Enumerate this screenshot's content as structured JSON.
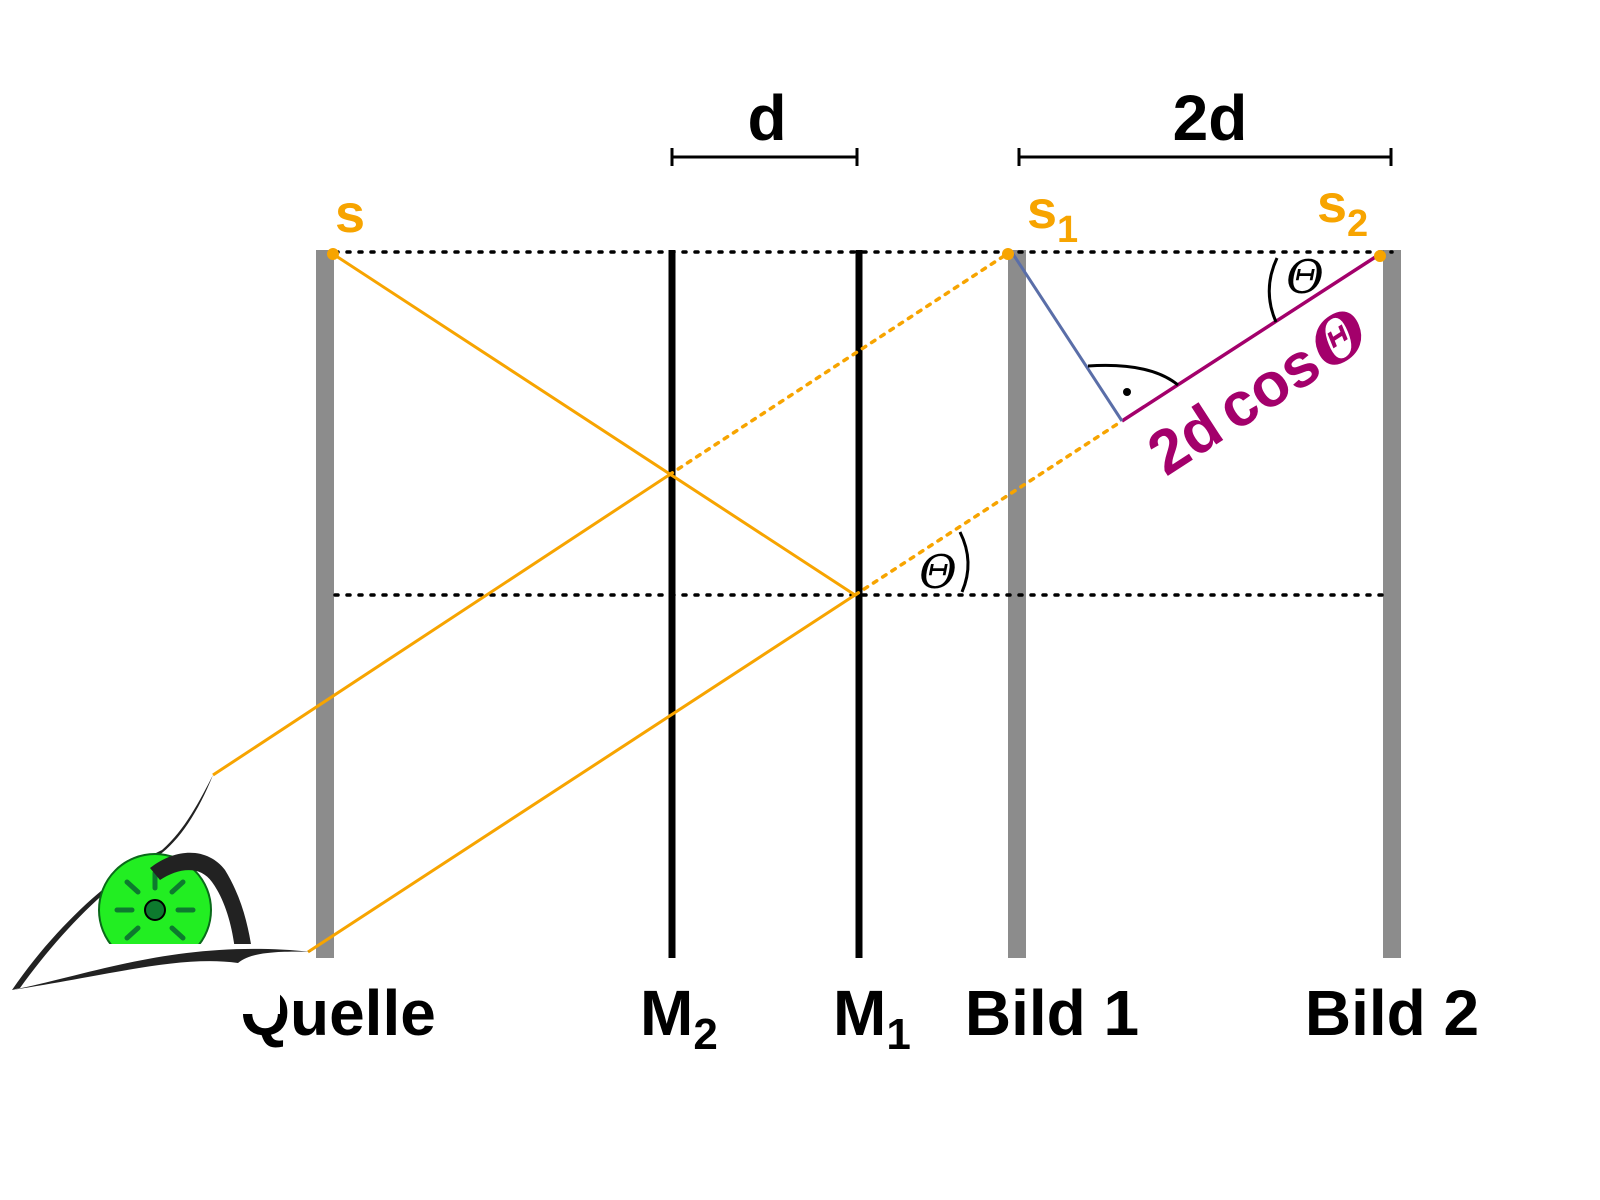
{
  "dimensions": {
    "d": "d",
    "two_d": "2d"
  },
  "points": {
    "s": {
      "base": "s",
      "sub": ""
    },
    "s1": {
      "base": "s",
      "sub": "1"
    },
    "s2": {
      "base": "s",
      "sub": "2"
    }
  },
  "planes": {
    "quelle": {
      "base": "Quelle",
      "sub": ""
    },
    "m2": {
      "base": "M",
      "sub": "2"
    },
    "m1": {
      "base": "M",
      "sub": "1"
    },
    "bild1": {
      "base": "Bild 1",
      "sub": ""
    },
    "bild2": {
      "base": "Bild 2",
      "sub": ""
    }
  },
  "angles": {
    "theta_mid": "Θ",
    "theta_top": "Θ"
  },
  "path_difference": {
    "coef": "2d",
    "func": "cos",
    "sym": "Θ"
  },
  "colors": {
    "ray": "#f7a400",
    "plate": "#8c8c8c",
    "mirror": "#000000",
    "path_difference": "#a3006b",
    "perpendicular": "#5a6ea8",
    "iris": "#22ee22",
    "pupil": "#0d7a2e"
  },
  "icons": {
    "eye": "eye-icon"
  }
}
